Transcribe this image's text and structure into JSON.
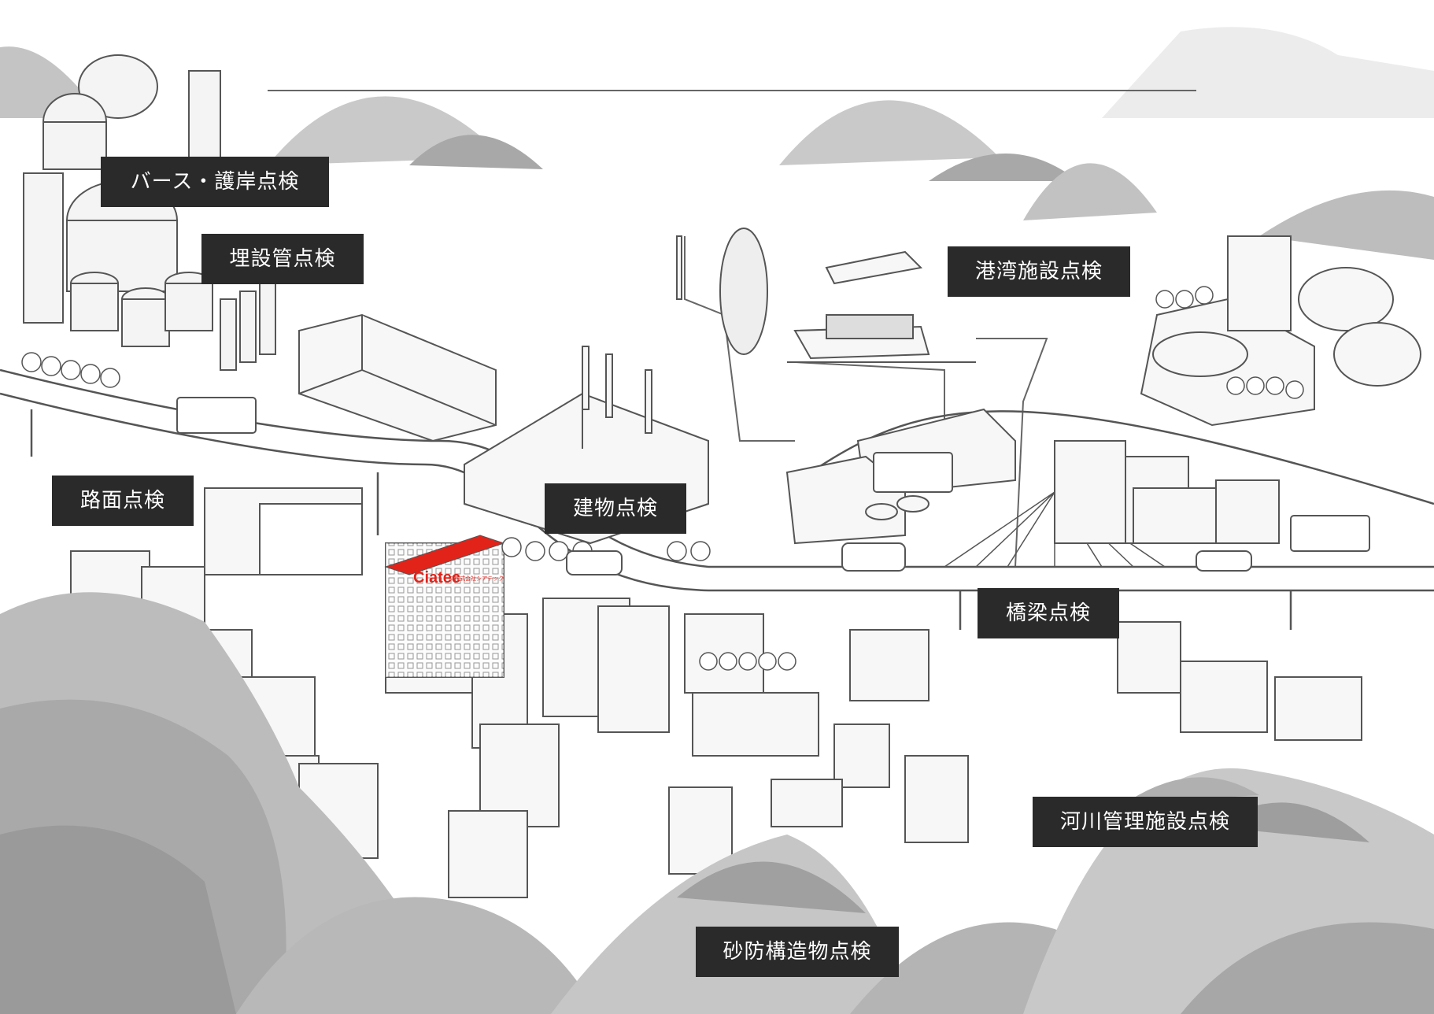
{
  "labels": {
    "berth": "バース・護岸点検",
    "pipe": "埋設管点検",
    "port": "港湾施設点検",
    "road": "路面点検",
    "building": "建物点検",
    "bridge": "橋梁点検",
    "river": "河川管理施設点検",
    "sabo": "砂防構造物点検"
  },
  "sign": {
    "company": "Ciatec",
    "sub": "C 株式会社シアテック"
  },
  "colors": {
    "label_bg": "#2a2a2a",
    "label_text": "#ffffff",
    "sign_red": "#e2231a"
  }
}
